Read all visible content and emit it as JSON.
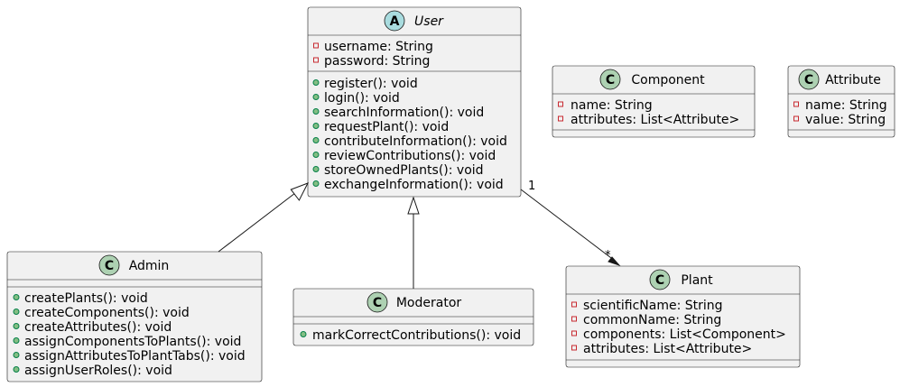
{
  "classes": {
    "user": {
      "name": "User",
      "stereotype": "A",
      "abstract": true,
      "attributes": [
        {
          "visibility": "private",
          "text": "username: String"
        },
        {
          "visibility": "private",
          "text": "password: String"
        }
      ],
      "methods": [
        {
          "visibility": "public",
          "text": "register(): void"
        },
        {
          "visibility": "public",
          "text": "login(): void"
        },
        {
          "visibility": "public",
          "text": "searchInformation(): void"
        },
        {
          "visibility": "public",
          "text": "requestPlant(): void"
        },
        {
          "visibility": "public",
          "text": "contributeInformation(): void"
        },
        {
          "visibility": "public",
          "text": "reviewContributions(): void"
        },
        {
          "visibility": "public",
          "text": "storeOwnedPlants(): void"
        },
        {
          "visibility": "public",
          "text": "exchangeInformation(): void"
        }
      ]
    },
    "component": {
      "name": "Component",
      "stereotype": "C",
      "abstract": false,
      "attributes": [
        {
          "visibility": "private",
          "text": "name: String"
        },
        {
          "visibility": "private",
          "text": "attributes: List<Attribute>"
        }
      ],
      "methods": []
    },
    "attribute": {
      "name": "Attribute",
      "stereotype": "C",
      "abstract": false,
      "attributes": [
        {
          "visibility": "private",
          "text": "name: String"
        },
        {
          "visibility": "private",
          "text": "value: String"
        }
      ],
      "methods": []
    },
    "admin": {
      "name": "Admin",
      "stereotype": "C",
      "abstract": false,
      "attributes": [],
      "methods": [
        {
          "visibility": "public",
          "text": "createPlants(): void"
        },
        {
          "visibility": "public",
          "text": "createComponents(): void"
        },
        {
          "visibility": "public",
          "text": "createAttributes(): void"
        },
        {
          "visibility": "public",
          "text": "assignComponentsToPlants(): void"
        },
        {
          "visibility": "public",
          "text": "assignAttributesToPlantTabs(): void"
        },
        {
          "visibility": "public",
          "text": "assignUserRoles(): void"
        }
      ]
    },
    "moderator": {
      "name": "Moderator",
      "stereotype": "C",
      "abstract": false,
      "attributes": [],
      "methods": [
        {
          "visibility": "public",
          "text": "markCorrectContributions(): void"
        }
      ]
    },
    "plant": {
      "name": "Plant",
      "stereotype": "C",
      "abstract": false,
      "attributes": [
        {
          "visibility": "private",
          "text": "scientificName: String"
        },
        {
          "visibility": "private",
          "text": "commonName: String"
        },
        {
          "visibility": "private",
          "text": "components: List<Component>"
        },
        {
          "visibility": "private",
          "text": "attributes: List<Attribute>"
        }
      ],
      "methods": []
    }
  },
  "relations": [
    {
      "type": "generalization",
      "from": "Admin",
      "to": "User"
    },
    {
      "type": "generalization",
      "from": "Moderator",
      "to": "User"
    },
    {
      "type": "association",
      "from": "User",
      "to": "Plant",
      "from_multiplicity": "1",
      "to_multiplicity": "*"
    }
  ],
  "colors": {
    "class_fill": "#f1f1f1",
    "border": "#181818",
    "class_badge": "#add1b2",
    "abstract_badge": "#a9dcdf",
    "private_marker": "#c82930",
    "public_marker": "#84be84"
  }
}
